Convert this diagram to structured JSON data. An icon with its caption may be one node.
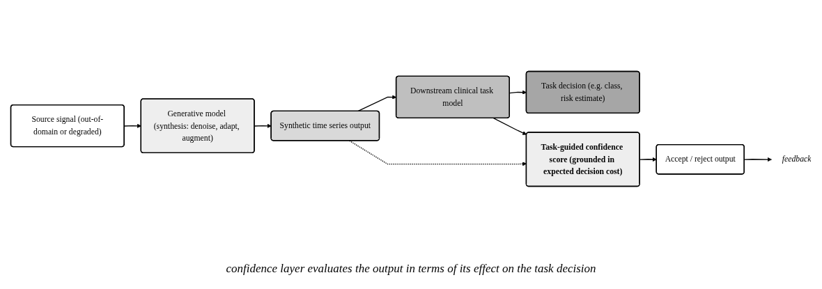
{
  "diagram": {
    "caption": "confidence layer evaluates the output in terms of its effect on the task decision",
    "nodes": [
      {
        "text": [
          "Source signal (out-of-domain or degraded)"
        ]
      },
      {
        "text": [
          "Generative model (synthesis: denoise, adapt, augment)"
        ]
      },
      {
        "text": [
          "Synthetic time series output"
        ]
      },
      {
        "text": [
          "Downstream clinical task model"
        ]
      },
      {
        "text": [
          "Task decision (e.g. class, risk estimate)"
        ]
      },
      {
        "text": [
          "Task-guided confidence score (grounded in expected decision cost)"
        ]
      },
      {
        "text": [
          "Accept / reject output"
        ]
      },
      {
        "text": [
          "feedback"
        ]
      }
    ],
    "edges": [
      {
        "from": 0,
        "to": 1,
        "arrow": "to"
      },
      {
        "from": 1,
        "to": 2,
        "arrow": "to"
      },
      {
        "from": 2,
        "to": 3,
        "arrow": "to"
      },
      {
        "from": 3,
        "to": 4,
        "arrow": "to"
      },
      {
        "from": 2,
        "to": 5,
        "arrow": "to",
        "style": "dashed"
      },
      {
        "from": 3,
        "to": 5,
        "arrow": "to"
      },
      {
        "from": 5,
        "to": 6,
        "arrow": "to"
      },
      {
        "from": 6,
        "to": 7,
        "arrow": "to"
      }
    ]
  }
}
